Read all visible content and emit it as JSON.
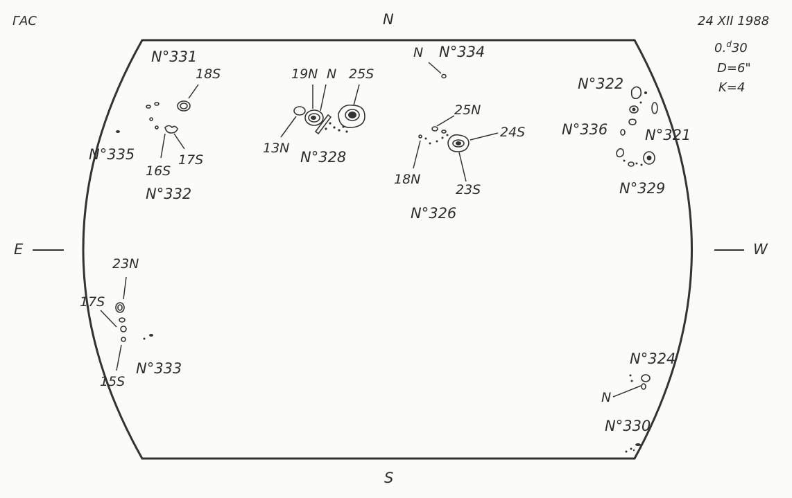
{
  "observatory": "ГАС",
  "observation": {
    "date": "24 XII 1988",
    "time_day": "0.",
    "time_unit": "d",
    "time_frac": "30",
    "D": "D=6\"",
    "K": "K=4"
  },
  "directions": {
    "north": "N",
    "south": "S",
    "east": "E",
    "west": "W"
  },
  "regions": {
    "r331": "N°331",
    "r335": "N°335",
    "r332": "N°332",
    "r328": "N°328",
    "r334": "N°334",
    "r326": "N°326",
    "r322": "N°322",
    "r336": "N°336",
    "r321": "N°321",
    "r329": "N°329",
    "r333": "N°333",
    "r324": "N°324",
    "r330": "N°330"
  },
  "spots": {
    "s18S": "18S",
    "s16S": "16S",
    "s17S_a": "17S",
    "s19N": "19N",
    "sN_328": "N",
    "s25S": "25S",
    "s13N": "13N",
    "sN_334": "N",
    "s25N": "25N",
    "s24S": "24S",
    "s18N": "18N",
    "s23S": "23S",
    "s23N": "23N",
    "s17S_b": "17S",
    "s15S": "15S",
    "sN_324": "N"
  },
  "colors": {
    "ink": "#2d2d2d",
    "paper": "#fbfbf9"
  }
}
